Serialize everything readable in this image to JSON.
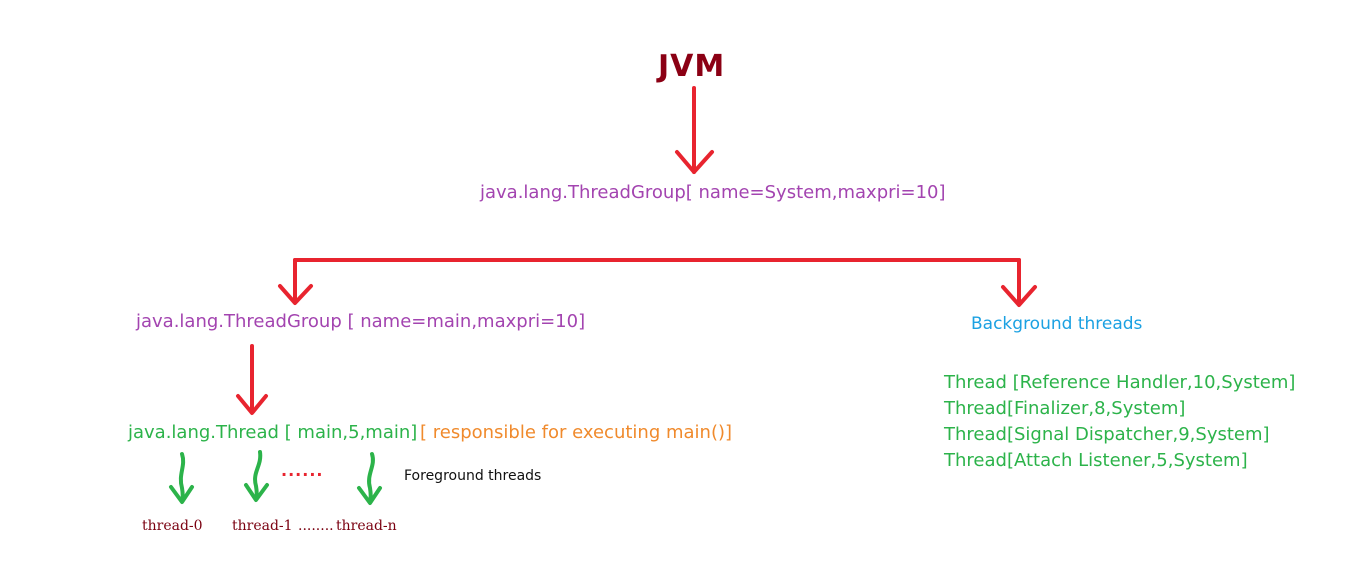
{
  "colors": {
    "title": "#8b0014",
    "arrow_red": "#e8242f",
    "arrow_green": "#2cb34a",
    "group_text": "#a344b0",
    "thread_text": "#2cb34a",
    "note_text": "#f08a2c",
    "background_label": "#1ba1e2",
    "foreground_label": "#111111",
    "leaf_thread_text": "#7a0010"
  },
  "title": "JVM",
  "system_group": "java.lang.ThreadGroup[ name=System,maxpri=10]",
  "main_group": "java.lang.ThreadGroup [ name=main,maxpri=10]",
  "main_thread": "java.lang.Thread [ main,5,main]",
  "main_thread_note": "[ responsible for executing main()]",
  "foreground_label": "Foreground threads",
  "foreground_threads": {
    "first": "thread-0",
    "second": "thread-1",
    "separator": "........",
    "last": "thread-n",
    "ellipsis": "......"
  },
  "background_label": "Background threads",
  "background_threads": [
    "Thread [Reference Handler,10,System]",
    "Thread[Finalizer,8,System]",
    "Thread[Signal Dispatcher,9,System]",
    "Thread[Attach Listener,5,System]"
  ]
}
